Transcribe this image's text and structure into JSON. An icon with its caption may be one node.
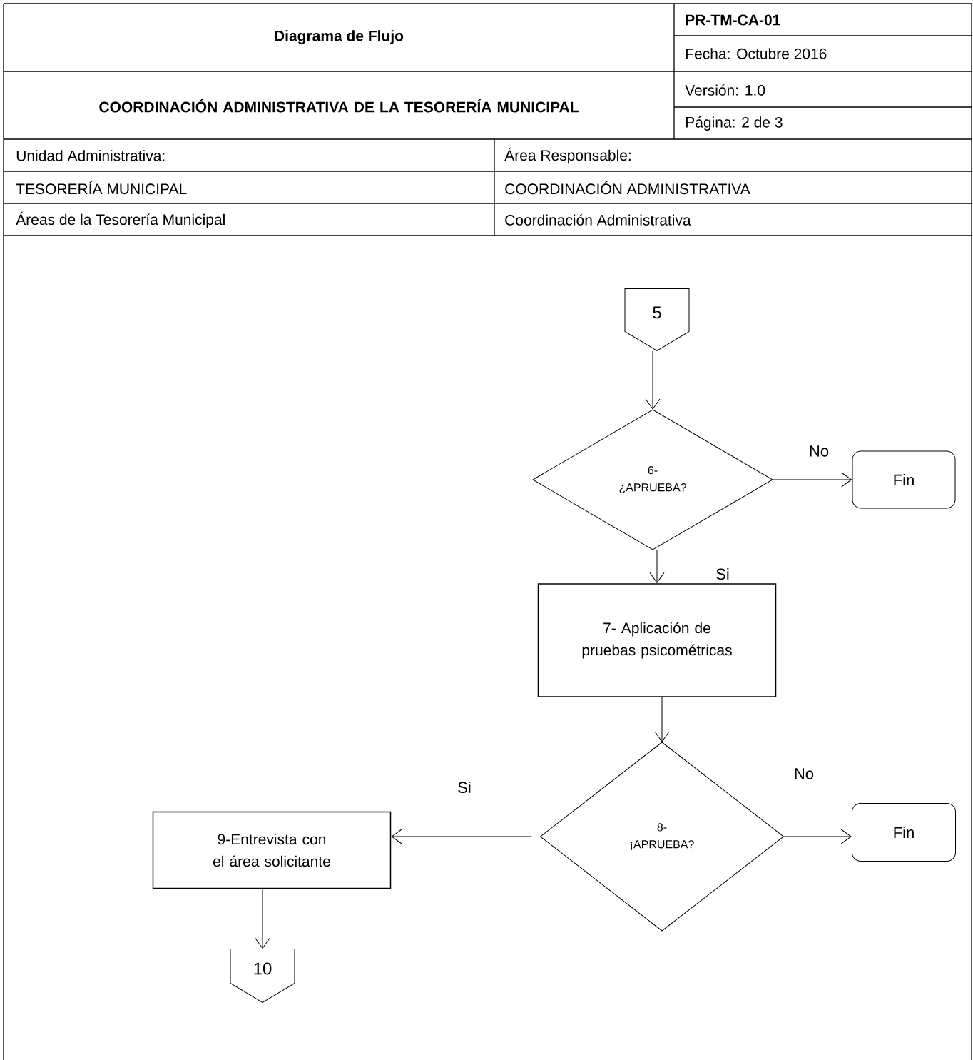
{
  "diagram": {
    "nodes": [
      {
        "text": [
          "5"
        ]
      },
      {
        "text": [
          "6- ¿APRUEBA?"
        ]
      },
      {
        "text": [
          "Fin"
        ]
      },
      {
        "text": [
          "7- Aplicación de pruebas psicométricas"
        ]
      },
      {
        "text": [
          "8- ¡APRUEBA?"
        ]
      },
      {
        "text": [
          "Fin"
        ]
      },
      {
        "text": [
          "9-Entrevista con el área solicitante"
        ]
      },
      {
        "text": [
          "10"
        ]
      }
    ],
    "edges": [
      {
        "from": 0,
        "to": 1,
        "arrow": "to"
      },
      {
        "from": 1,
        "to": 2,
        "arrow": "to",
        "label": "No"
      },
      {
        "from": 1,
        "to": 3,
        "arrow": "to",
        "label": "Si"
      },
      {
        "from": 3,
        "to": 4,
        "arrow": "to"
      },
      {
        "from": 4,
        "to": 5,
        "arrow": "to",
        "label": "No"
      },
      {
        "from": 4,
        "to": 6,
        "arrow": "to",
        "label": "Si"
      },
      {
        "from": 6,
        "to": 7,
        "arrow": "to"
      }
    ],
    "labels": [
      "Diagrama de Flujo",
      "PR-TM-CA-01",
      "Fecha: Octubre 2016",
      "COORDINACIÓN ADMINISTRATIVA DE LA TESORERÍA MUNICIPAL",
      "Versión: 1.0",
      "Página: 2 de 3",
      "Unidad Administrativa:",
      "Área Responsable:",
      "TESORERÍA MUNICIPAL",
      "COORDINACIÓN ADMINISTRATIVA",
      "Áreas de la Tesorería Municipal",
      "Coordinación Administrativa"
    ]
  }
}
